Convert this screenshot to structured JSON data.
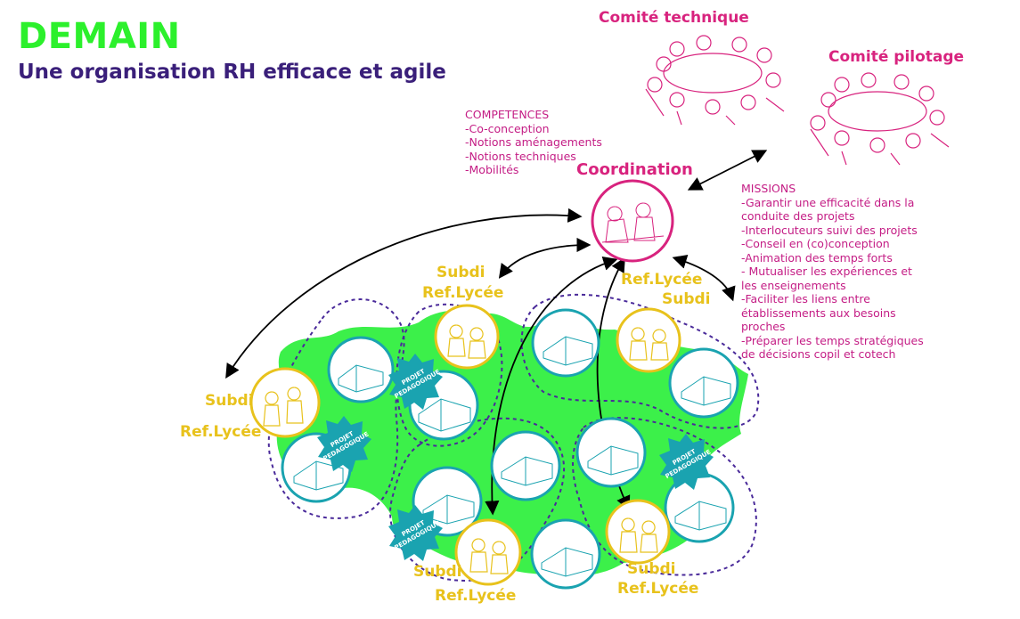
{
  "header": {
    "title": "DEMAIN",
    "subtitle": "Une organisation RH efficace et agile"
  },
  "committees": {
    "technique": "Comité technique",
    "pilotage": "Comité pilotage"
  },
  "coordination": {
    "title": "Coordination"
  },
  "competences": {
    "heading": "COMPETENCES",
    "items": [
      "-Co-conception",
      "-Notions aménagements",
      "-Notions techniques",
      "-Mobilités"
    ]
  },
  "missions": {
    "heading": "MISSIONS",
    "lines": [
      "-Garantir une efficacité dans la",
      "conduite des projets",
      "-Interlocuteurs suivi des projets",
      "-Conseil en (co)conception",
      "-Animation des temps forts",
      "- Mutualiser les expériences et",
      "les enseignements",
      "-Faciliter les liens entre",
      "établissements aux besoins",
      "proches",
      "-Préparer les temps stratégiques",
      "de décisions copil et cotech"
    ]
  },
  "groups": {
    "left": {
      "subdi": "Subdi",
      "ref": "Ref.Lycée"
    },
    "top_center": {
      "subdi": "Subdi",
      "ref": "Ref.Lycée"
    },
    "top_right": {
      "ref": "Ref.Lycée",
      "subdi": "Subdi"
    },
    "bottom_center": {
      "subdi": "Subdi",
      "ref": "Ref.Lycée"
    },
    "bottom_right": {
      "subdi": "Subdi",
      "ref": "Ref.Lycée"
    }
  },
  "badges": {
    "line1": "PROJET",
    "line2": "PEDAGOGIQUE"
  },
  "colors": {
    "title_green": "#2cf02c",
    "subtitle_purple": "#3a1f7a",
    "pink": "#d8237e",
    "yellow": "#e8c21c",
    "teal": "#1aa3b0",
    "green_area": "#3cf04a",
    "dashed_purple": "#4a2a9a"
  }
}
